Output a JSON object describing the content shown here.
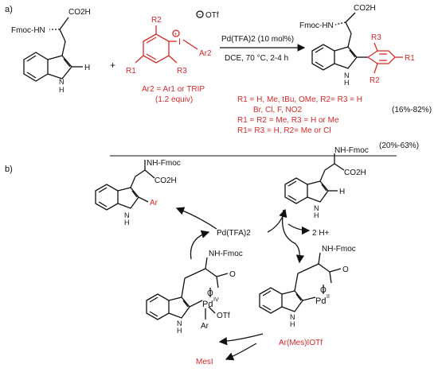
{
  "part_a": {
    "label": "a)",
    "sm_carboxyl": "CO2H",
    "sm_nhfmoc": "Fmoc-HN",
    "sm_h": "H",
    "sm_nh": "N",
    "sm_nh_h": "H",
    "plus": "+",
    "reagent_r2": "R2",
    "reagent_r3": "R3",
    "reagent_r1": "R1",
    "reagent_iodine": "I",
    "reagent_ar2": "Ar2",
    "reagent_otf": "OTf",
    "reagent_ar_note": "Ar2 = Ar1 or TRIP",
    "reagent_equiv": "(1.2 equiv)",
    "conditions_top": "Pd(TFA)2 (10 mol%)",
    "conditions_bottom": "DCE, 70 °C, 2-4 h",
    "prod_carboxyl": "CO2H",
    "prod_nhfmoc": "Fmoc-HN",
    "prod_r3": "R3",
    "prod_r1": "R1",
    "prod_r2": "R2",
    "prod_nh": "N",
    "prod_nh_h": "H",
    "scope": [
      "R1 = H, Me, tBu, OMe,  R2= R3 = H",
      "Br, Cl, F, NO2",
      "R1 = R2 = Me, R3 = H or Me",
      "R1= R3 = H,  R2= Me or Cl"
    ],
    "yield_1": "(16%-82%)",
    "yield_2": "(20%-63%)"
  },
  "part_b": {
    "label": "b)",
    "product_nhfmoc": "NH-Fmoc",
    "product_co2h": "CO2H",
    "product_ar": "Ar",
    "product_nh": "N",
    "product_nh_h": "H",
    "sm_nhfmoc": "NH-Fmoc",
    "sm_co2h": "CO2H",
    "sm_h": "H",
    "sm_nh": "N",
    "sm_nh_h": "H",
    "catalyst": "Pd(TFA)2",
    "byproduct_2h": "2 H+",
    "pdiv_nhfmoc": "NH-Fmoc",
    "pdiv_o": "O",
    "pdiv_pd": "Pd",
    "pdiv_ox": "IV",
    "pdiv_otf": "OTf",
    "pdiv_ar": "Ar",
    "pdiv_nh": "N",
    "pdiv_nh_h": "H",
    "pdii_nhfmoc": "NH-Fmoc",
    "pdii_o": "O",
    "pdii_pd": "Pd",
    "pdii_ox": "II",
    "pdii_nh": "N",
    "pdii_nh_h": "H",
    "oxidant": "Ar(Mes)IOTf",
    "byproduct_mesi": "MesI"
  }
}
